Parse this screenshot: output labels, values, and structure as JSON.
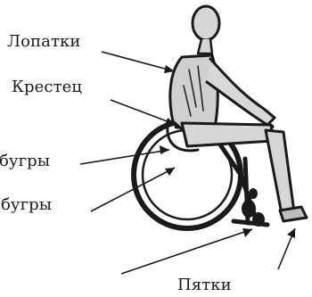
{
  "figure": {
    "labels": {
      "shoulder_blades": "Лопатки",
      "sacrum": "Крестец",
      "ischial_tuberosities_1": "бугры",
      "ischial_tuberosities_2": "бугры",
      "heels": "Пятки"
    },
    "colors": {
      "ink": "#1a1a1a",
      "background": "#ffffff"
    },
    "icons": {
      "figure": "wheelchair-user-figure"
    }
  }
}
